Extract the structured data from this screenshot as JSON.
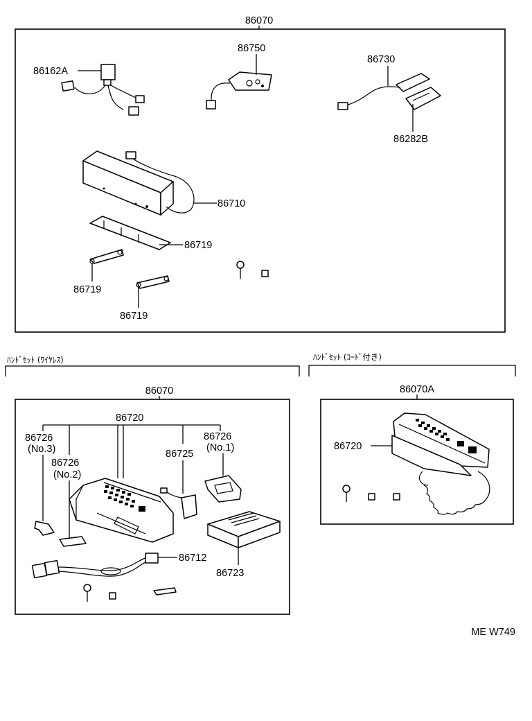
{
  "main_assembly": {
    "number": "86070",
    "parts": {
      "p86162A": "86162A",
      "p86750": "86750",
      "p86730": "86730",
      "p86282B": "86282B",
      "p86710": "86710",
      "p86719_a": "86719",
      "p86719_b": "86719",
      "p86719_c": "86719"
    }
  },
  "wireless_section": {
    "heading": "ﾊﾝﾄﾞｾｯﾄ (ﾜｲﾔﾚｽ)",
    "assembly": "86070",
    "parts": {
      "p86720": "86720",
      "p86726_no3": "86726",
      "p86726_no3_sub": "(No.3)",
      "p86726_no2": "86726",
      "p86726_no2_sub": "(No.2)",
      "p86725": "86725",
      "p86726_no1": "86726",
      "p86726_no1_sub": "(No.1)",
      "p86712": "86712",
      "p86723": "86723"
    }
  },
  "corded_section": {
    "heading": "ﾊﾝﾄﾞｾｯﾄ (ｺｰﾄﾞ付き)",
    "assembly": "86070A",
    "parts": {
      "p86720": "86720"
    }
  },
  "footer_code": "ME W749"
}
